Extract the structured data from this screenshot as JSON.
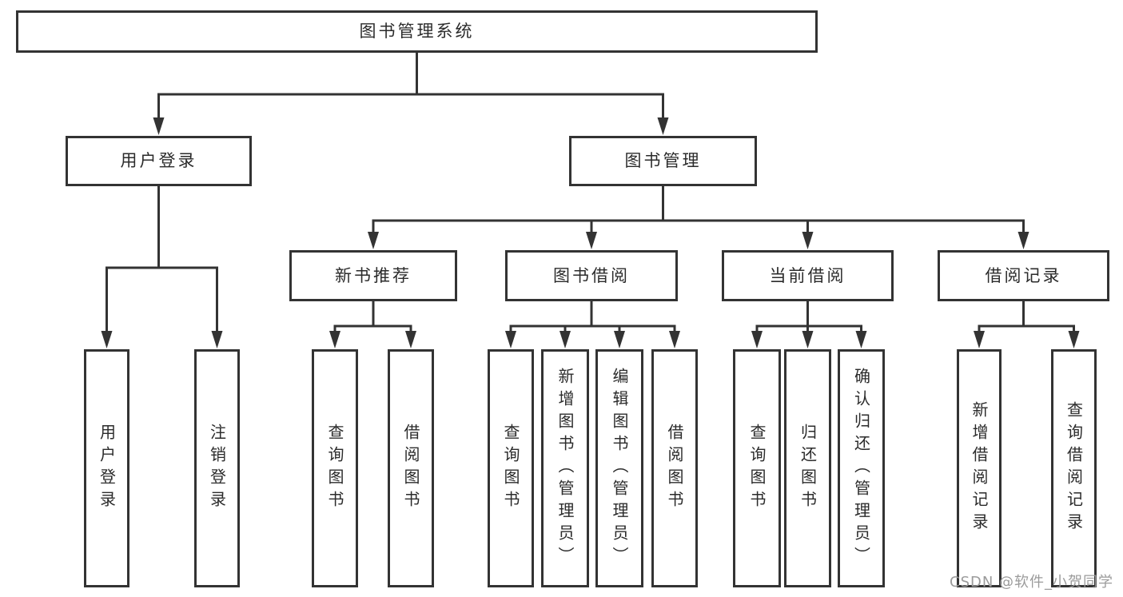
{
  "title": "图书管理系统",
  "watermark": "CSDN @软件_小贺同学",
  "colors": {
    "line": "#333333",
    "box_border": "#333333",
    "text": "#2b2b2b",
    "watermark": "#9b9b9b",
    "background": "#ffffff"
  },
  "nodes": {
    "root": {
      "label": "图书管理系统"
    },
    "level2": [
      {
        "label": "用户登录",
        "parent": "图书管理系统"
      },
      {
        "label": "图书管理",
        "parent": "图书管理系统"
      }
    ],
    "level3": [
      {
        "label": "新书推荐",
        "parent": "图书管理"
      },
      {
        "label": "图书借阅",
        "parent": "图书管理"
      },
      {
        "label": "当前借阅",
        "parent": "图书管理"
      },
      {
        "label": "借阅记录",
        "parent": "图书管理"
      }
    ],
    "leaves": [
      {
        "label": "用户登录",
        "parent": "用户登录"
      },
      {
        "label": "注销登录",
        "parent": "用户登录"
      },
      {
        "label": "查询图书",
        "parent": "新书推荐"
      },
      {
        "label": "借阅图书",
        "parent": "新书推荐"
      },
      {
        "label": "查询图书",
        "parent": "图书借阅"
      },
      {
        "label": "新增图书（管理员）",
        "parent": "图书借阅"
      },
      {
        "label": "编辑图书（管理员）",
        "parent": "图书借阅"
      },
      {
        "label": "借阅图书",
        "parent": "图书借阅"
      },
      {
        "label": "查询图书",
        "parent": "当前借阅"
      },
      {
        "label": "归还图书",
        "parent": "当前借阅"
      },
      {
        "label": "确认归还（管理员）",
        "parent": "当前借阅"
      },
      {
        "label": "新增借阅记录",
        "parent": "借阅记录"
      },
      {
        "label": "查询借阅记录",
        "parent": "借阅记录"
      }
    ]
  }
}
